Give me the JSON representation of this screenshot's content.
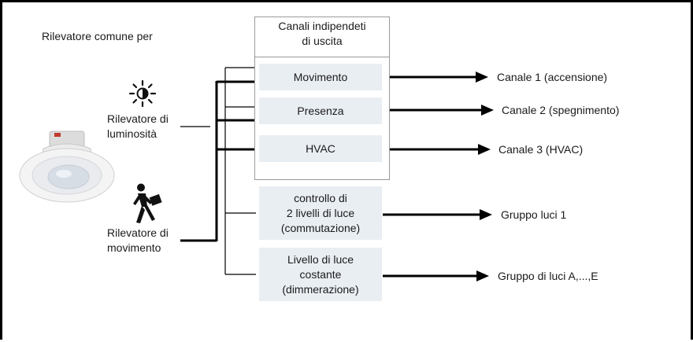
{
  "header": {
    "common_detector_label": "Rilevatore comune per"
  },
  "detectors": {
    "light": {
      "label": "Rilevatore di\nluminosità",
      "icon": "sun-icon"
    },
    "motion": {
      "label": "Rilevatore di\nmovimento",
      "icon": "walking-person-icon"
    },
    "device": {
      "icon": "ceiling-sensor-image"
    }
  },
  "channels_group": {
    "title": "Canali indipendeti\ndi uscita",
    "items": [
      {
        "label": "Movimento",
        "output": "Canale 1 (accensione)"
      },
      {
        "label": "Presenza",
        "output": "Canale 2 (spegnimento)"
      },
      {
        "label": "HVAC",
        "output": "Canale 3 (HVAC)"
      }
    ]
  },
  "controls": [
    {
      "label": "controllo di\n2 livelli di luce\n(commutazione)",
      "output": "Gruppo luci 1"
    },
    {
      "label": "Livello di luce\ncostante\n(dimmerazione)",
      "output": "Gruppo di luci A,...,E"
    }
  ],
  "colors": {
    "box_fill": "#e9eef3",
    "line": "#000000",
    "frame": "#000000"
  }
}
